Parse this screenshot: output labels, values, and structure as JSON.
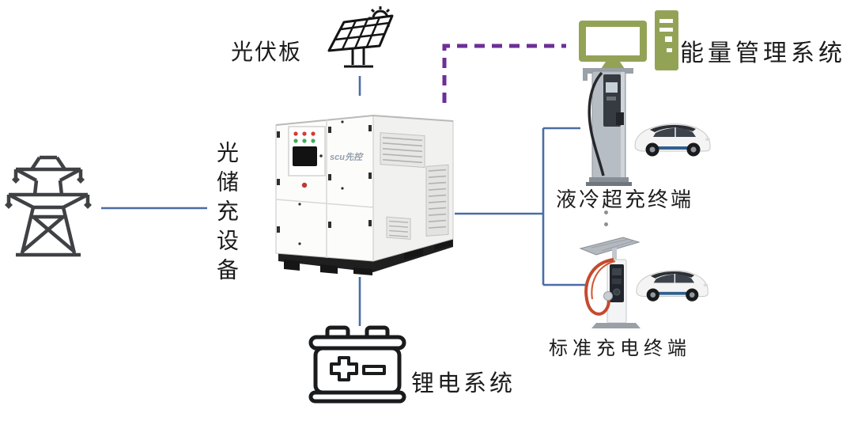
{
  "diagram": {
    "type": "system-architecture",
    "labels": {
      "pv_panel": "光伏板",
      "pv_storage_charging_equipment": "光储充设备",
      "energy_management_system": "能量管理系统",
      "liquid_cooled_supercharging_terminal": "液冷超充终端",
      "standard_charging_terminal": "标准充电终端",
      "lithium_battery_system": "锂电系统",
      "cabinet_logo": "scu先控"
    },
    "icons": {
      "grid_tower": "transmission-tower",
      "pv": "solar-panel-with-sun",
      "cabinet": "energy-storage-cabinet",
      "ems": "green-desktop-computer",
      "liquid_charger": "liquid-cooled-charging-pile",
      "standard_charger": "standard-charging-pile-with-canopy",
      "car": "white-electric-hatchback",
      "battery": "lithium-battery-outline",
      "more_terminals": "vertical-ellipsis-dots"
    },
    "connections": [
      {
        "from": "grid_tower",
        "to": "pv_storage_charging_equipment",
        "style": "solid-blue"
      },
      {
        "from": "pv",
        "to": "cabinet",
        "style": "solid-blue"
      },
      {
        "from": "cabinet",
        "to": "ems",
        "style": "dashed-purple"
      },
      {
        "from": "cabinet",
        "to": "liquid_charger",
        "style": "solid-blue"
      },
      {
        "from": "cabinet",
        "to": "standard_charger",
        "style": "solid-blue"
      },
      {
        "from": "cabinet",
        "to": "battery",
        "style": "solid-blue"
      }
    ],
    "colors": {
      "connector_blue": "#4a6da4",
      "ems_dash_purple": "#6d2f96",
      "computer_green": "#93a356",
      "cable_red": "#c54a2d",
      "icon_stroke": "#3f4144",
      "text": "#1c1c1c",
      "background": "#ffffff"
    }
  }
}
